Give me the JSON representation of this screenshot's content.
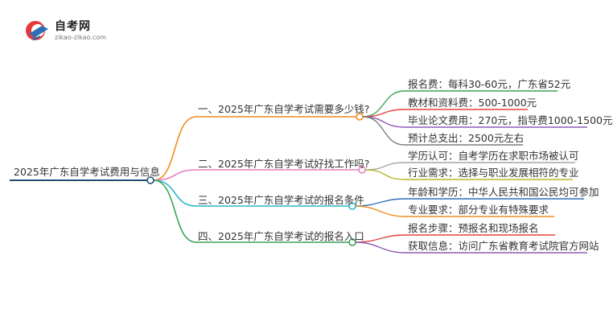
{
  "logo": {
    "title": "自考网",
    "subtitle": "zikao-zikao.com"
  },
  "root": {
    "label": "2025年广东自学考试费用与信息",
    "color": "#1f4e79"
  },
  "branches": [
    {
      "label": "一、2025年广东自学考试需要多少钱?",
      "color": "#f28c1e",
      "children": [
        {
          "label": "报名费：每科30-60元，广东省52元",
          "color": "#3aa357"
        },
        {
          "label": "教材和资料费：500-1000元",
          "color": "#e0433d"
        },
        {
          "label": "毕业论文费用：270元，指导费1000-1500元",
          "color": "#8e5bb5"
        },
        {
          "label": "预计总支出：2500元左右",
          "color": "#7f7f7f"
        }
      ]
    },
    {
      "label": "二、2025年广东自学考试好找工作吗?",
      "color": "#e77fc3",
      "children": [
        {
          "label": "学历认可：自考学历在求职市场被认可",
          "color": "#a6a6a6"
        },
        {
          "label": "行业需求：选择与职业发展相符的专业",
          "color": "#b5b82e"
        }
      ]
    },
    {
      "label": "三、2025年广东自学考试的报名条件",
      "color": "#2bb7c9",
      "children": [
        {
          "label": "年龄和学历：中华人民共和国公民均可参加",
          "color": "#2f6fb5"
        },
        {
          "label": "专业要求：部分专业有特殊要求",
          "color": "#f28c1e"
        }
      ]
    },
    {
      "label": "四、2025年广东自学考试的报名入口",
      "color": "#3aa357",
      "children": [
        {
          "label": "报名步骤：预报名和现场报名",
          "color": "#e0433d"
        },
        {
          "label": "获取信息：访问广东省教育考试院官方网站",
          "color": "#8e5bb5"
        }
      ]
    }
  ]
}
